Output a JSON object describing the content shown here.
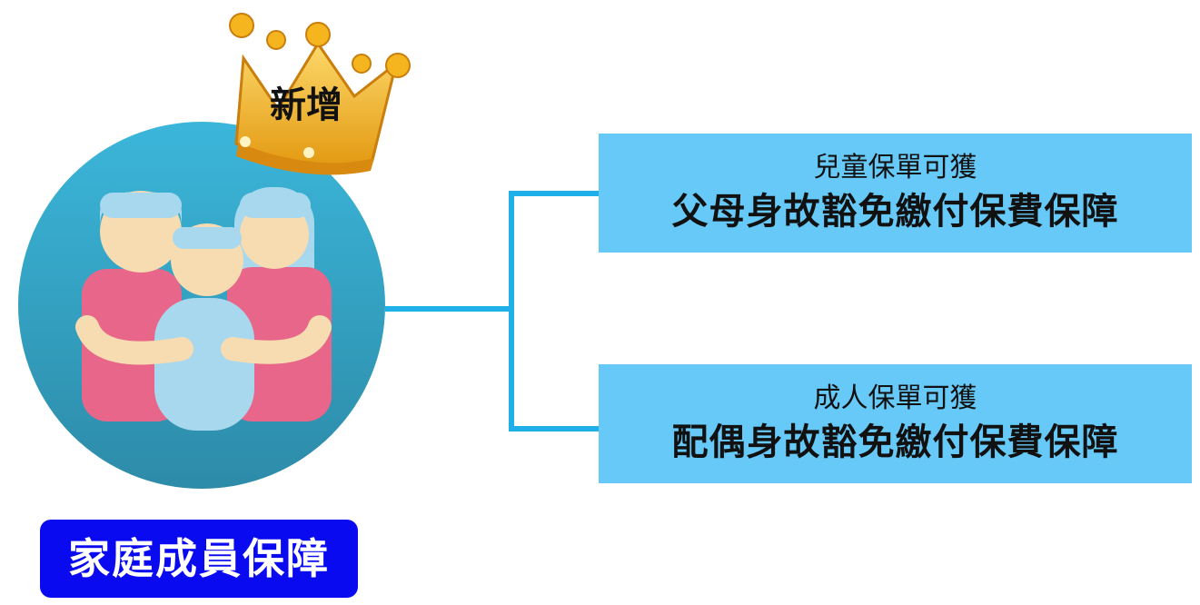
{
  "badge": {
    "label": "新增"
  },
  "family": {
    "label": "家庭成員保障"
  },
  "benefits": [
    {
      "subtitle": "兒童保單可獲",
      "title": "父母身故豁免繳付保費保障"
    },
    {
      "subtitle": "成人保單可獲",
      "title": "配偶身故豁免繳付保費保障"
    }
  ],
  "colors": {
    "circle_top": "#3bb6da",
    "circle_bottom": "#2d8ba8",
    "box": "#66c9f7",
    "connector": "#1fb0e8",
    "label_bg": "#0a0af0",
    "crown": "#f5b51e",
    "adult_shirt": "#e8668a",
    "skin": "#f6dcb0",
    "child_body": "#a8d8ee"
  },
  "icons": [
    "crown-icon",
    "family-icon"
  ]
}
